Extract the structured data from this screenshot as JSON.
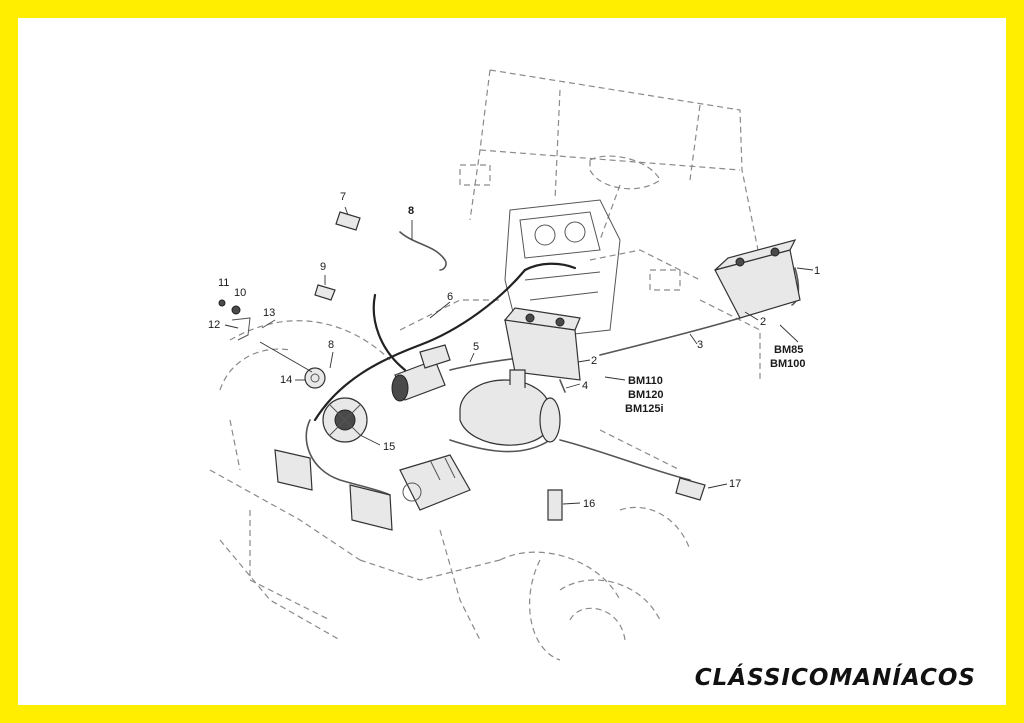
{
  "diagram": {
    "callouts": [
      "1",
      "2",
      "3",
      "4",
      "5",
      "6",
      "7",
      "8",
      "9",
      "10",
      "11",
      "12",
      "13",
      "14",
      "15",
      "16",
      "17",
      "2"
    ],
    "models_a": [
      "BM85",
      "BM100"
    ],
    "models_b": [
      "BM110",
      "BM120",
      "BM125i"
    ]
  },
  "watermark": "CLÁSSICOMANÍACOS",
  "colors": {
    "frame": "#ffee00",
    "background": "#ffffff",
    "ink": "#1a1a1a"
  }
}
